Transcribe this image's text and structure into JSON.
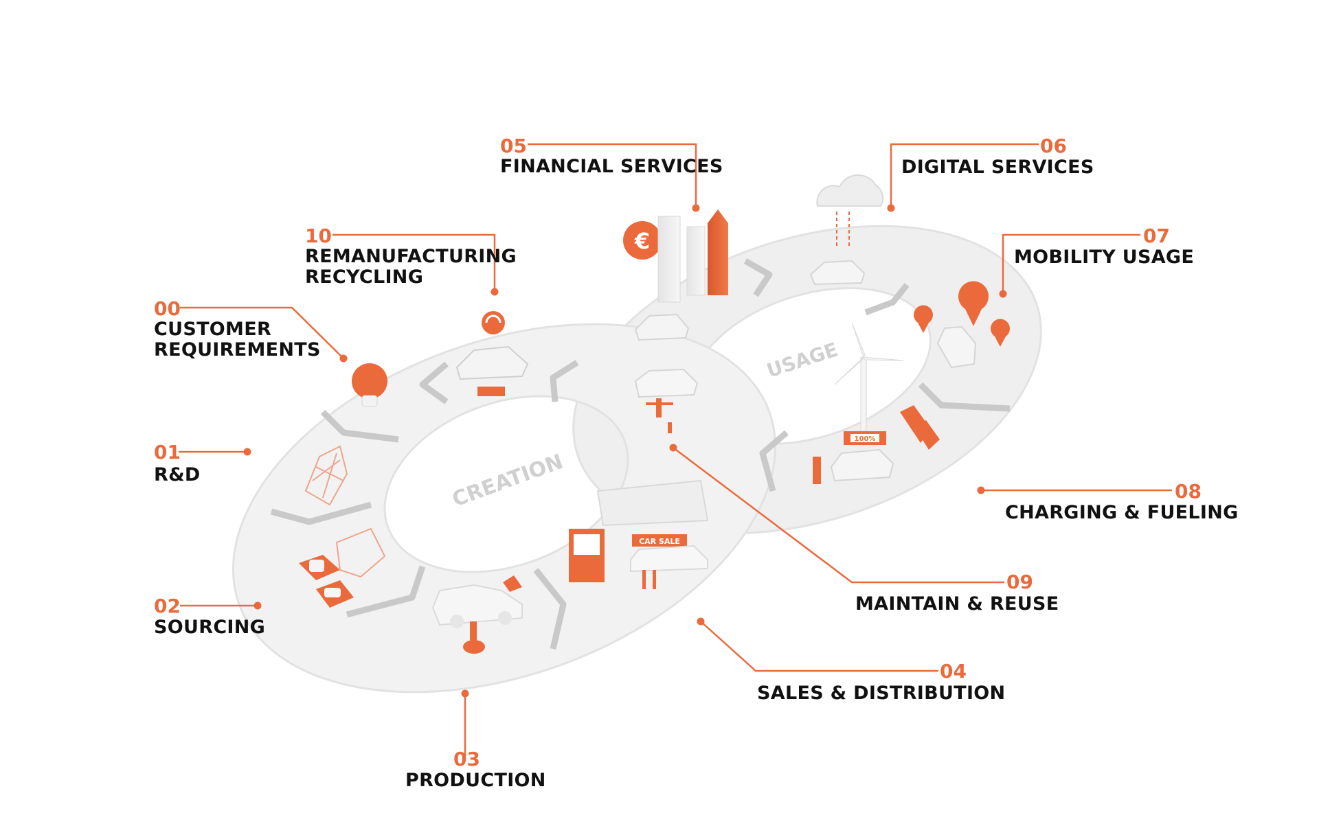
{
  "colors": {
    "accent": "#EB6A3C",
    "label": "#111111",
    "ring": "#EFEFEF",
    "ring_edge": "#E2E2E2",
    "ring_text": "#D0D0D0",
    "chevron": "#C9C9C9"
  },
  "rings": {
    "creation": "CREATION",
    "usage": "USAGE"
  },
  "props": {
    "car_sale_sign": "CAR SALE",
    "battery_badge": "100%",
    "euro_symbol": "€"
  },
  "steps": [
    {
      "id": "00",
      "lines": [
        "CUSTOMER",
        "REQUIREMENTS"
      ]
    },
    {
      "id": "01",
      "lines": [
        "R&D"
      ]
    },
    {
      "id": "02",
      "lines": [
        "SOURCING"
      ]
    },
    {
      "id": "03",
      "lines": [
        "PRODUCTION"
      ]
    },
    {
      "id": "04",
      "lines": [
        "SALES & DISTRIBUTION"
      ]
    },
    {
      "id": "05",
      "lines": [
        "FINANCIAL SERVICES"
      ]
    },
    {
      "id": "06",
      "lines": [
        "DIGITAL SERVICES"
      ]
    },
    {
      "id": "07",
      "lines": [
        "MOBILITY USAGE"
      ]
    },
    {
      "id": "08",
      "lines": [
        "CHARGING & FUELING"
      ]
    },
    {
      "id": "09",
      "lines": [
        "MAINTAIN & REUSE"
      ]
    },
    {
      "id": "10",
      "lines": [
        "REMANUFACTURING",
        "RECYCLING"
      ]
    }
  ]
}
